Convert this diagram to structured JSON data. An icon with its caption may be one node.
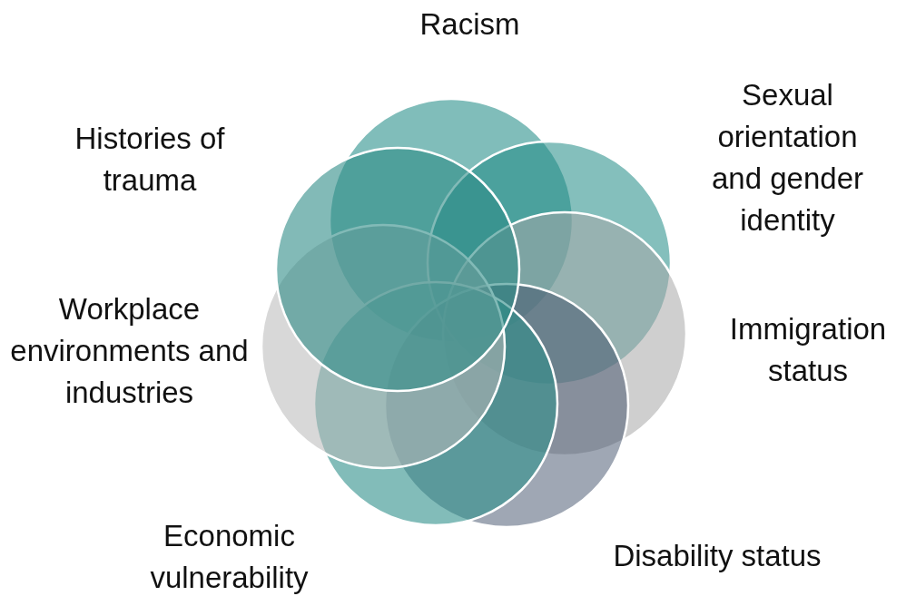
{
  "diagram": {
    "nodes": [
      {
        "text": [],
        "shape": "circle",
        "beside": [
          "Racism"
        ]
      },
      {
        "text": [],
        "shape": "circle",
        "beside": [
          "Sexual orientation and gender identity"
        ]
      },
      {
        "text": [],
        "shape": "circle",
        "beside": [
          "Immigration status"
        ]
      },
      {
        "text": [],
        "shape": "circle",
        "beside": [
          "Disability status"
        ]
      },
      {
        "text": [],
        "shape": "circle",
        "beside": [
          "Economic vulnerability"
        ]
      },
      {
        "text": [],
        "shape": "circle",
        "beside": [
          "Workplace environments and industries"
        ]
      },
      {
        "text": [],
        "shape": "circle",
        "beside": [
          "Histories of trauma"
        ]
      }
    ]
  }
}
